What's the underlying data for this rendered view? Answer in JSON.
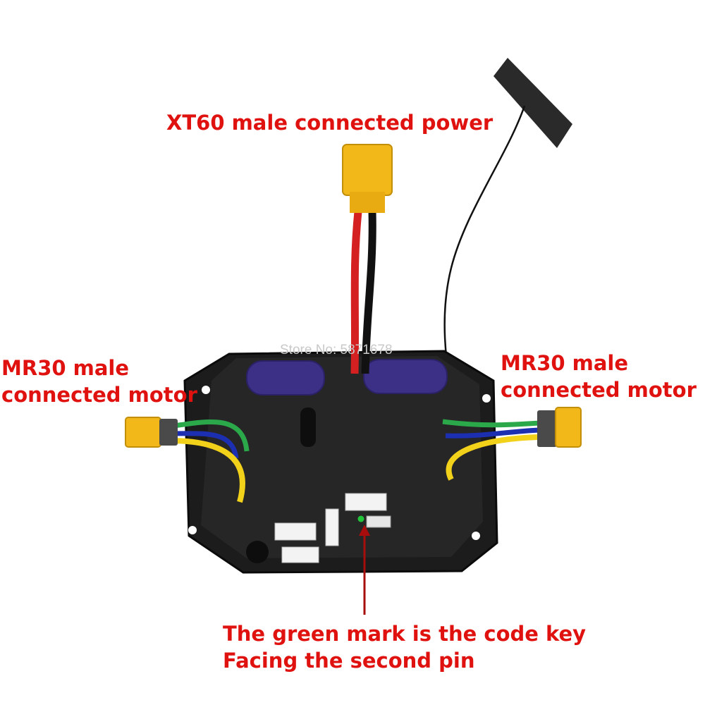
{
  "labels": {
    "power": "XT60 male connected power",
    "motor_left": [
      "MR30 male",
      "connected motor"
    ],
    "motor_right": [
      "MR30 male",
      "connected motor"
    ],
    "code_key": [
      "The green mark is the code key",
      "Facing the second pin"
    ]
  },
  "watermark": "Store No: 5871678",
  "colors": {
    "label_text": "#e0120f",
    "board": "#1a1a1a",
    "connector": "#f2b81a",
    "capacitor": "#3b2f86",
    "wire_red": "#d42020",
    "wire_green": "#2aa84a",
    "wire_blue": "#1c2fb0",
    "wire_yellow": "#f2d11a",
    "code_mark": "#22c43a"
  }
}
